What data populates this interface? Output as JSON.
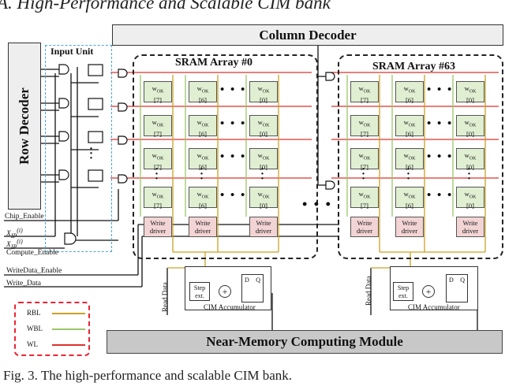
{
  "title": "A.  High-Performance and Scalable CIM bank",
  "caption": "Fig. 3. The high-performance and scalable CIM bank.",
  "blocks": {
    "column_decoder": "Column Decoder",
    "row_decoder": "Row Decoder",
    "input_unit": "Input Unit",
    "array0": "SRAM Array #0",
    "array63": "SRAM Array #63",
    "near_memory": "Near-Memory Computing Module",
    "write_driver_l1": "Write",
    "write_driver_l2": "driver",
    "cell_weight": "w",
    "cell_sub": "OK",
    "bits": [
      "[7]",
      "[6]",
      "[0]"
    ],
    "dots": "• • •"
  },
  "signals": {
    "chip_enable": "Chip_Enable",
    "x_in_a": "X",
    "x_in_a_sub": "IP",
    "x_in_a_sup": "(i)",
    "x_in_b": "X",
    "x_in_b_sub": "IP",
    "x_in_b_sup": "(i)",
    "compute_enable": "Compute_Enable",
    "writedata_enable": "WriteData_Enable",
    "write_data": "Write_Data"
  },
  "accumulator": {
    "label": "CIM Accumulator",
    "read_data": "Read Data",
    "step_l1": "Step",
    "step_l2": "ext.",
    "plus": "+",
    "d": "D",
    "q": "Q"
  },
  "legend": [
    {
      "label": "RBL",
      "color": "#c9a227"
    },
    {
      "label": "WBL",
      "color": "#9bc56a"
    },
    {
      "label": "WL",
      "color": "#d9332b"
    }
  ],
  "colors": {
    "rbl": "#c9a227",
    "wbl": "#9bc56a",
    "wl": "#d9332b",
    "cell_fill": "#e0efd2",
    "driver_fill": "#f3d4d4",
    "input_unit_fill": "#dceef8"
  }
}
